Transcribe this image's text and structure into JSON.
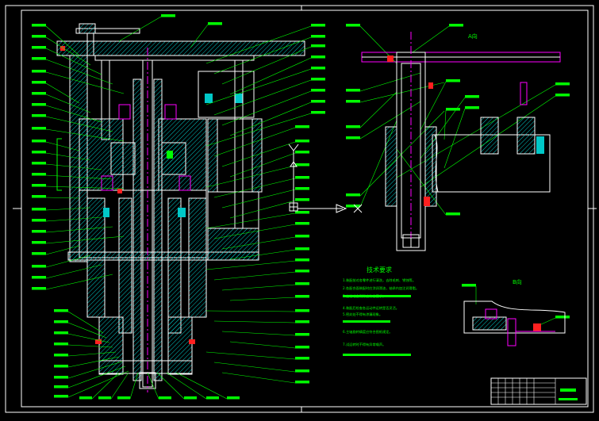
{
  "drawing": {
    "background": "#000000",
    "colors": {
      "frame": "#ffffff",
      "outline": "#ffffff",
      "hatch": "#00c8c8",
      "leader": "#00ff00",
      "label": "#00ff00",
      "center": "#ff00ff",
      "part_red": "#ff2020",
      "view_axis": "#ffffff"
    },
    "callout_icon": "leader-line-icon",
    "view_symbol_icon": "arrow-view-icon"
  },
  "views": {
    "main_section": {
      "label": ""
    },
    "view_a": {
      "label": "A向"
    },
    "view_b": {
      "label": "B向"
    }
  },
  "technical_requirements": {
    "title": "技术要求",
    "lines": [
      "1.装配前对各零件进行清洗，去除毛刺、锈蚀等。",
      "2.各配合面装配时应涂润滑油，轴承内加注润滑脂。",
      "3.齿轮啮合侧隙应符合要求。",
      "4.装配后检查各运动件运转是否灵活。",
      "5.密封处不得有渗漏现象。",
      "6.主轴旋转精度应符合图纸规定。",
      "7.试运转时不得有异常噪声。"
    ]
  },
  "title_block": {
    "label": "",
    "cells": [
      "",
      "",
      "",
      ""
    ]
  }
}
